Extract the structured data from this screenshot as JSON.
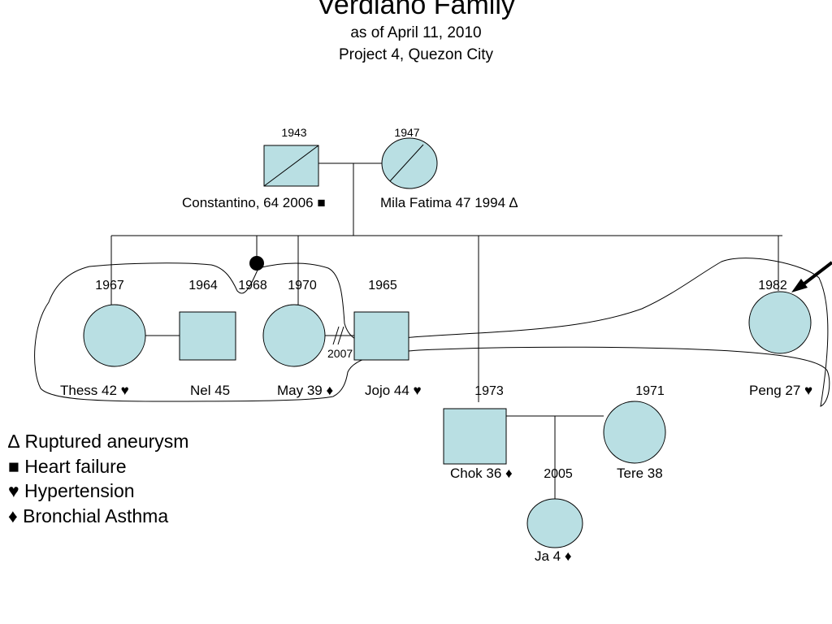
{
  "header": {
    "title": "Verdiano Family",
    "subtitle": "as of April 11, 2010",
    "location": "Project 4, Quezon City"
  },
  "colors": {
    "person_fill": "#b9dfe3",
    "line": "#000000"
  },
  "parents": {
    "father": {
      "year": "1943",
      "label": "Constantino, 64 2006 ■",
      "shape": "square",
      "deceased": true
    },
    "mother": {
      "year": "1947",
      "label": "Mila Fatima 47 1994 ∆",
      "shape": "circle",
      "deceased": true
    }
  },
  "generation2": {
    "thess": {
      "year": "1967",
      "label": "Thess 42 ♥",
      "shape": "circle"
    },
    "nel": {
      "year": "1964",
      "label": "Nel 45",
      "shape": "square"
    },
    "deceased_1968": {
      "year": "1968",
      "shape": "dot"
    },
    "may": {
      "year": "1970",
      "label": "May 39 ♦",
      "shape": "circle"
    },
    "jojo": {
      "year": "1965",
      "label": "Jojo 44 ♥",
      "shape": "square"
    },
    "separation_year": "2007",
    "chok": {
      "year": "1973",
      "label": "Chok 36 ♦",
      "shape": "square"
    },
    "tere": {
      "year": "1971",
      "label": "Tere 38",
      "shape": "circle"
    },
    "peng": {
      "year": "1982",
      "label": "Peng 27 ♥",
      "shape": "circle",
      "proband": true
    }
  },
  "generation3": {
    "ja": {
      "label": "Ja 4 ♦",
      "shape": "circle"
    },
    "marriage_year": "2005"
  },
  "legend": [
    "∆ Ruptured aneurysm",
    "■ Heart failure",
    "♥ Hypertension",
    "♦ Bronchial Asthma"
  ]
}
